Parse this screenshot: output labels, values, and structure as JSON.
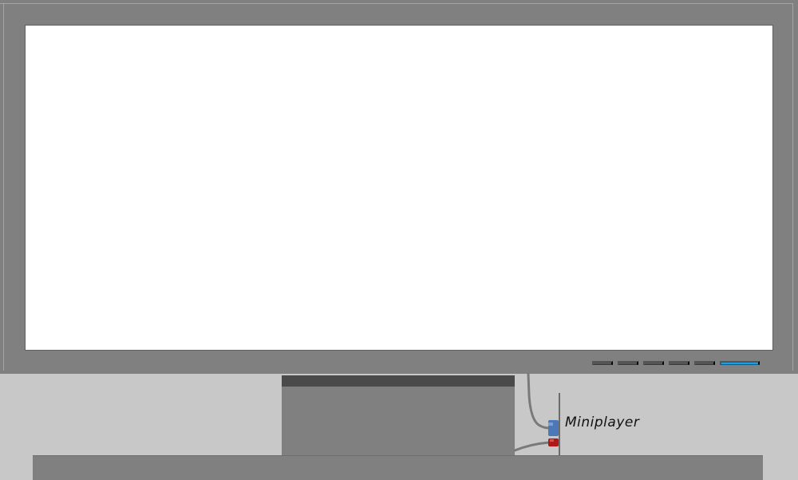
{
  "monitor": {
    "screen_content": "",
    "buttons": [
      {
        "name": "monitor-button-1"
      },
      {
        "name": "monitor-button-2"
      },
      {
        "name": "monitor-button-3"
      },
      {
        "name": "monitor-button-4"
      },
      {
        "name": "monitor-button-5"
      },
      {
        "name": "power-button",
        "state": "on"
      }
    ],
    "accent_color": "#1aa0e0"
  },
  "miniplayer": {
    "label": "Miniplayer",
    "connectors": [
      {
        "name": "blue-connector",
        "color": "#4a78b8"
      },
      {
        "name": "red-connector",
        "color": "#b01818"
      }
    ]
  }
}
